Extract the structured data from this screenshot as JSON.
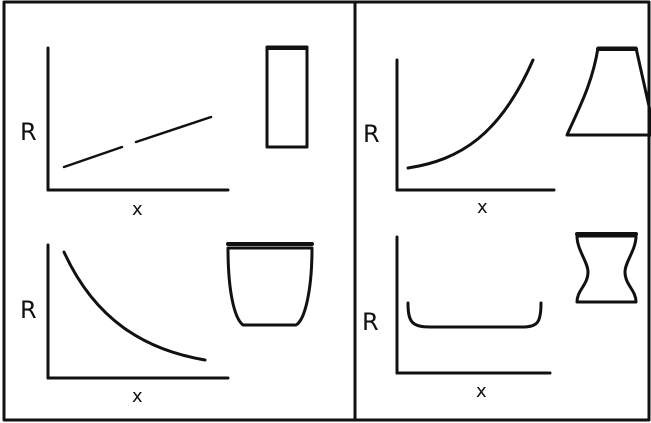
{
  "panels": [
    {
      "id": "top-left",
      "ylabel": "R",
      "xlabel": "x",
      "curve": "linear-increasing",
      "vessel": "cylinder"
    },
    {
      "id": "top-right",
      "ylabel": "R",
      "xlabel": "x",
      "curve": "exponential-increasing",
      "vessel": "flared-base"
    },
    {
      "id": "bottom-left",
      "ylabel": "R",
      "xlabel": "x",
      "curve": "decreasing",
      "vessel": "bucket"
    },
    {
      "id": "bottom-right",
      "ylabel": "R",
      "xlabel": "x",
      "curve": "u-shaped",
      "vessel": "waisted-jar"
    }
  ],
  "colors": {
    "ink": "#111111",
    "background": "#ffffff"
  }
}
